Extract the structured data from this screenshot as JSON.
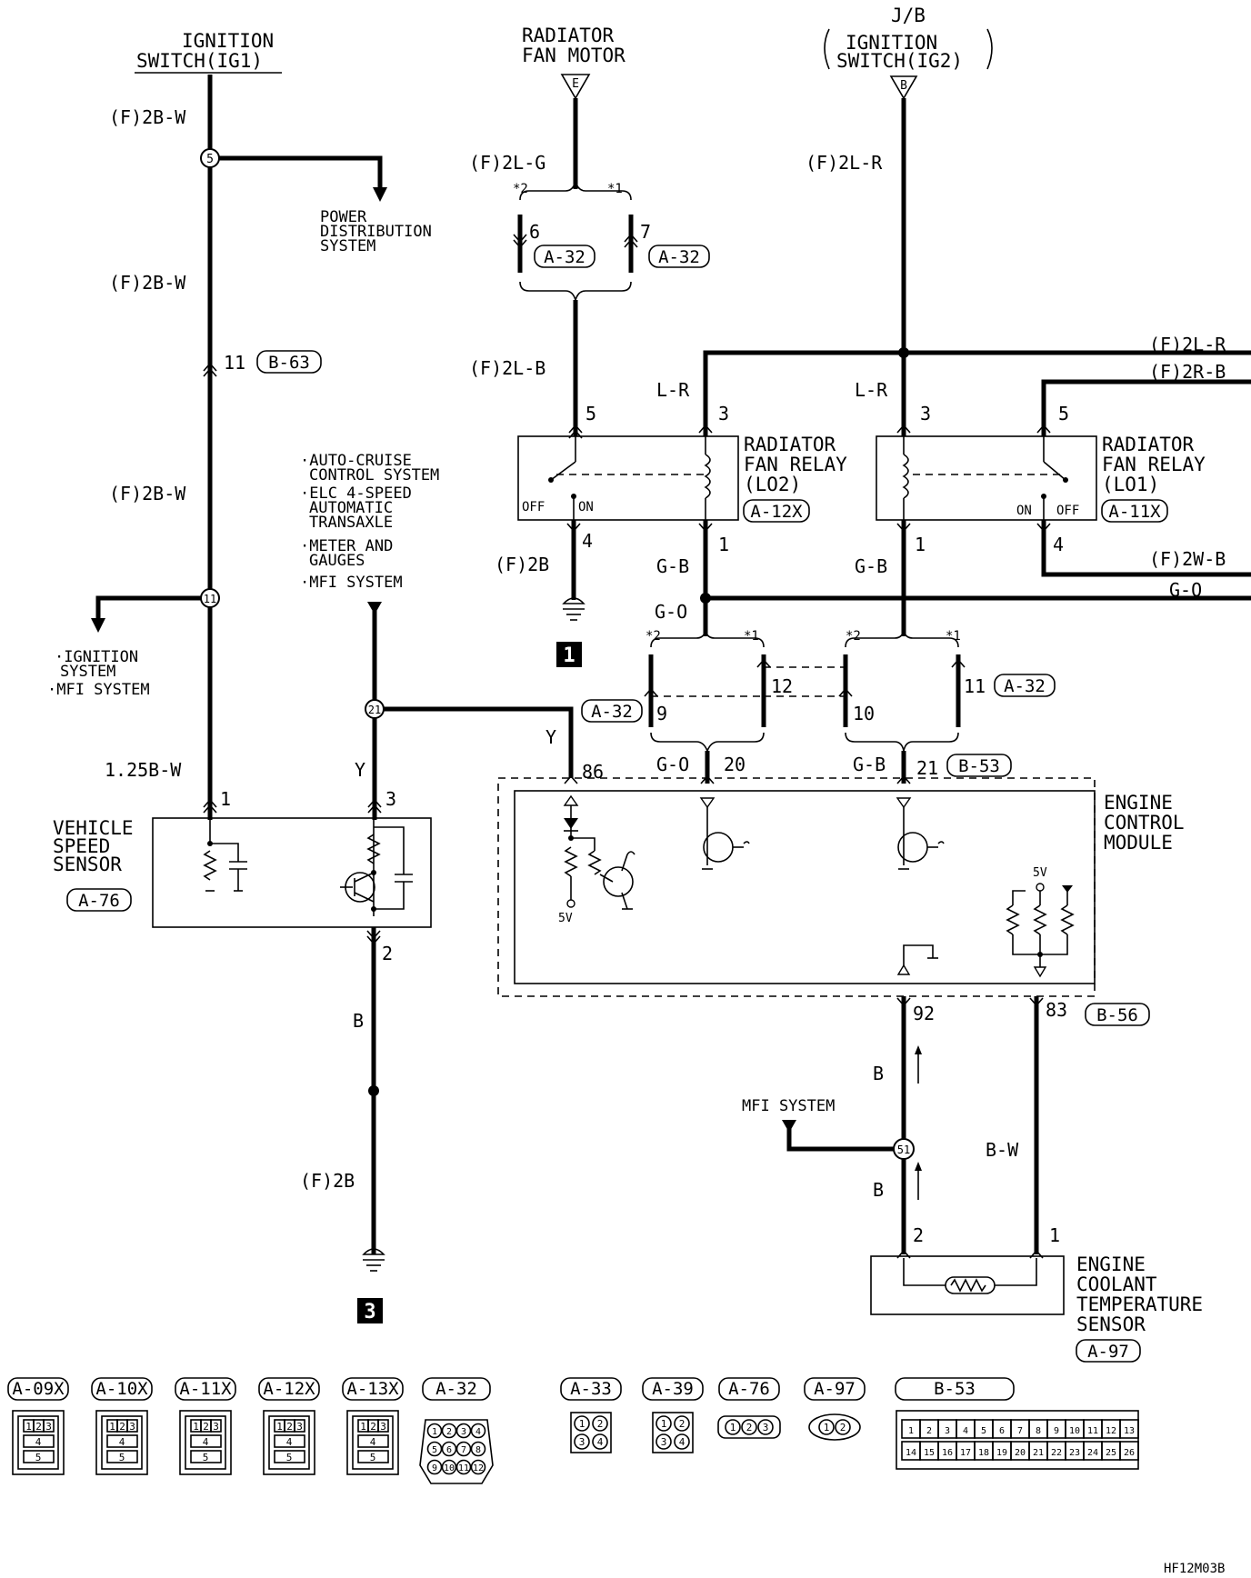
{
  "diagram_code": "HF12M03B",
  "labels": {
    "ig1_title_1": "IGNITION",
    "ig1_title_2": "SWITCH(IG1)",
    "rad_fan_motor_1": "RADIATOR",
    "rad_fan_motor_2": "FAN MOTOR",
    "rad_fan_motor_conn": "E",
    "jb_1": "J/B",
    "jb_2": "IGNITION",
    "jb_3": "SWITCH(IG2)",
    "jb_conn": "B",
    "power_dist_1": "POWER",
    "power_dist_2": "DISTRIBUTION",
    "power_dist_3": "SYSTEM",
    "ignition_sys_1": "·IGNITION",
    "ignition_sys_2": "SYSTEM",
    "ignition_sys_3": "·MFI SYSTEM",
    "multi_1": "·AUTO-CRUISE",
    "multi_2": "CONTROL SYSTEM",
    "multi_3": "·ELC 4-SPEED",
    "multi_4": "AUTOMATIC",
    "multi_5": "TRANSAXLE",
    "multi_6": "·METER AND",
    "multi_7": "GAUGES",
    "multi_8": "·MFI SYSTEM",
    "relay_lo2_1": "RADIATOR",
    "relay_lo2_2": "FAN RELAY",
    "relay_lo2_3": "(LO2)",
    "relay_lo1_1": "RADIATOR",
    "relay_lo1_2": "FAN RELAY",
    "relay_lo1_3": "(LO1)",
    "vss_1": "VEHICLE",
    "vss_2": "SPEED",
    "vss_3": "SENSOR",
    "ecm_1": "ENGINE",
    "ecm_2": "CONTROL",
    "ecm_3": "MODULE",
    "ects_1": "ENGINE",
    "ects_2": "COOLANT",
    "ects_3": "TEMPERATURE",
    "ects_4": "SENSOR",
    "mfi_system": "MFI SYSTEM",
    "off": "OFF",
    "on": "ON",
    "5v": "5V",
    "ground_1": "1",
    "ground_3": "3"
  },
  "wires": {
    "f2bw": "(F)2B-W",
    "f2lg": "(F)2L-G",
    "f2lb": "(F)2L-B",
    "f2lr": "(F)2L-R",
    "f2rb": "(F)2R-B",
    "f2wb": "(F)2W-B",
    "f2b": "(F)2B",
    "lr": "L-R",
    "gb": "G-B",
    "go": "G-O",
    "y": "Y",
    "b": "B",
    "bw": "B-W",
    "w125bw": "1.25B-W"
  },
  "pins": {
    "p11": "11",
    "p5": "5",
    "p3": "3",
    "p4": "4",
    "p1": "1",
    "p6": "6",
    "p7": "7",
    "p9": "9",
    "p10": "10",
    "p12": "12",
    "p20": "20",
    "p21": "21",
    "p86": "86",
    "p2": "2",
    "p92": "92",
    "p83": "83"
  },
  "splices": [
    "5",
    "11",
    "21",
    "51"
  ],
  "marks": {
    "star1": "*1",
    "star2": "*2"
  },
  "connectors": {
    "a63": "B-63",
    "a32": "A-32",
    "a12x": "A-12X",
    "a11x": "A-11X",
    "a76": "A-76",
    "b53": "B-53",
    "b56": "B-56",
    "a97": "A-97"
  },
  "connector_legend": [
    {
      "id": "A-09X",
      "pins": [
        "1",
        "2",
        "3",
        "4",
        "5"
      ]
    },
    {
      "id": "A-10X",
      "pins": [
        "1",
        "2",
        "3",
        "4",
        "5"
      ]
    },
    {
      "id": "A-11X",
      "pins": [
        "1",
        "2",
        "3",
        "4",
        "5"
      ]
    },
    {
      "id": "A-12X",
      "pins": [
        "1",
        "2",
        "3",
        "4",
        "5"
      ]
    },
    {
      "id": "A-13X",
      "pins": [
        "1",
        "2",
        "3",
        "4",
        "5"
      ]
    },
    {
      "id": "A-32",
      "pins": [
        "1",
        "2",
        "3",
        "4",
        "5",
        "6",
        "7",
        "8",
        "9",
        "10",
        "11",
        "12"
      ]
    },
    {
      "id": "A-33",
      "pins": [
        "1",
        "2",
        "3",
        "4"
      ]
    },
    {
      "id": "A-39",
      "pins": [
        "1",
        "2",
        "3",
        "4"
      ]
    },
    {
      "id": "A-76",
      "pins": [
        "1",
        "2",
        "3"
      ]
    },
    {
      "id": "A-97",
      "pins": [
        "1",
        "2"
      ]
    },
    {
      "id": "B-53",
      "pins": [
        "1",
        "2",
        "3",
        "4",
        "5",
        "6",
        "7",
        "8",
        "9",
        "10",
        "11",
        "12",
        "13",
        "14",
        "15",
        "16",
        "17",
        "18",
        "19",
        "20",
        "21",
        "22",
        "23",
        "24",
        "25",
        "26"
      ]
    }
  ]
}
